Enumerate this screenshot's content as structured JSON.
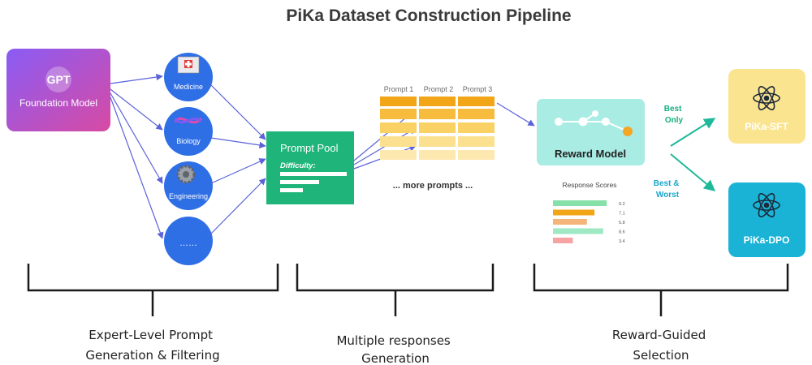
{
  "title": "PiKa Dataset Construction Pipeline",
  "foundation": {
    "badge": "GPT",
    "label": "Foundation Model"
  },
  "domains": [
    "Medicine",
    "Biology",
    "Engineering",
    "……"
  ],
  "prompt_pool": {
    "title": "Prompt Pool",
    "difficulty": "Difficulty:"
  },
  "prompt_grid": {
    "headers": [
      "Prompt 1",
      "Prompt 2",
      "Prompt 3"
    ],
    "more": "... more prompts ..."
  },
  "reward_model": {
    "label": "Reward Model"
  },
  "response_scores": {
    "title": "Response Scores",
    "items": [
      {
        "score": "9.2",
        "value": 9.2,
        "color": "#86e0a8"
      },
      {
        "score": "7.1",
        "value": 7.1,
        "color": "#f2a516"
      },
      {
        "score": "5.8",
        "value": 5.8,
        "color": "#f5b57a"
      },
      {
        "score": "8.6",
        "value": 8.6,
        "color": "#9ee8c4"
      },
      {
        "score": "3.4",
        "value": 3.4,
        "color": "#f5a3a3"
      }
    ]
  },
  "selection": {
    "best": "Best\nOnly",
    "best_worst": "Best &\nWorst"
  },
  "outputs": {
    "sft": "PiKa-SFT",
    "dpo": "PiKa-DPO"
  },
  "stages": [
    "Expert-Level Prompt\nGeneration & Filtering",
    "Multiple responses\nGeneration",
    "Reward-Guided\nSelection"
  ],
  "colors": {
    "arrow": "#5a63d8",
    "teal_arrow": "#1fb89a",
    "pool": "#1fb57a",
    "domain_circle": "#2f6fe6",
    "reward_box": "#a8ece4",
    "sft_box": "#fbe48f",
    "dpo_box": "#1ab3d6"
  }
}
